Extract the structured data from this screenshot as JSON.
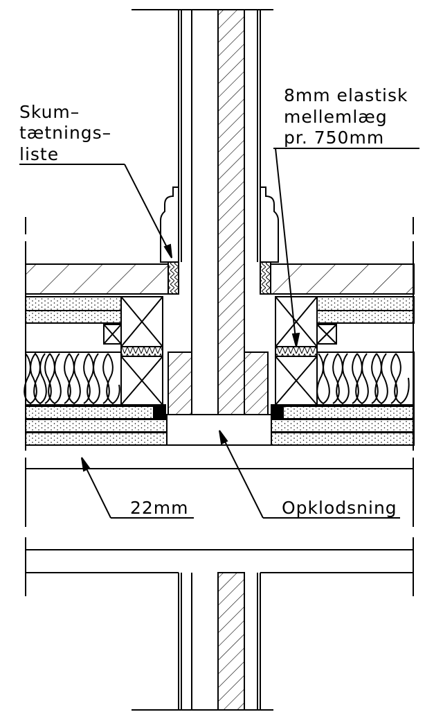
{
  "labels": {
    "foam_line1": "Skum–",
    "foam_line2": "tætnings–",
    "foam_line3": "liste",
    "elastic_line1": "8mm elastisk",
    "elastic_line2": "mellemlæg",
    "elastic_line3": "pr. 750mm",
    "dimension": "22mm",
    "packing": "Opklodsning"
  },
  "colors": {
    "line": "#000000",
    "background": "#ffffff"
  }
}
